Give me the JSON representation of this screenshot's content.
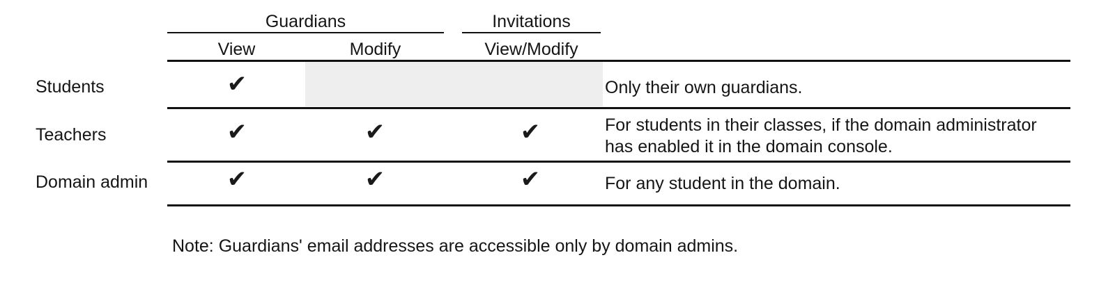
{
  "table": {
    "column_groups": [
      {
        "label": "Guardians",
        "span": 2
      },
      {
        "label": "Invitations",
        "span": 1
      }
    ],
    "sub_headers": [
      "View",
      "Modify",
      "View/Modify"
    ],
    "row_header_label": "",
    "rows": [
      {
        "label": "Students",
        "cells": [
          {
            "state": "check",
            "mark": "✔"
          },
          {
            "state": "shaded",
            "mark": ""
          },
          {
            "state": "shaded",
            "mark": ""
          }
        ],
        "description": "Only their own guardians."
      },
      {
        "label": "Teachers",
        "cells": [
          {
            "state": "check",
            "mark": "✔"
          },
          {
            "state": "check",
            "mark": "✔"
          },
          {
            "state": "check",
            "mark": "✔"
          }
        ],
        "description": "For students in their classes, if the domain administrator has enabled it in the domain console."
      },
      {
        "label": "Domain admin",
        "cells": [
          {
            "state": "check",
            "mark": "✔"
          },
          {
            "state": "check",
            "mark": "✔"
          },
          {
            "state": "check",
            "mark": "✔"
          }
        ],
        "description": "For any student in the domain."
      }
    ]
  },
  "footer": {
    "note": "Note: Guardians' email addresses are accessible only by domain admins."
  },
  "colors": {
    "rule": "#111111",
    "shaded_cell": "#eeeeee",
    "text": "#151515",
    "checkmark": "#1a1a1a",
    "background": "#ffffff"
  }
}
